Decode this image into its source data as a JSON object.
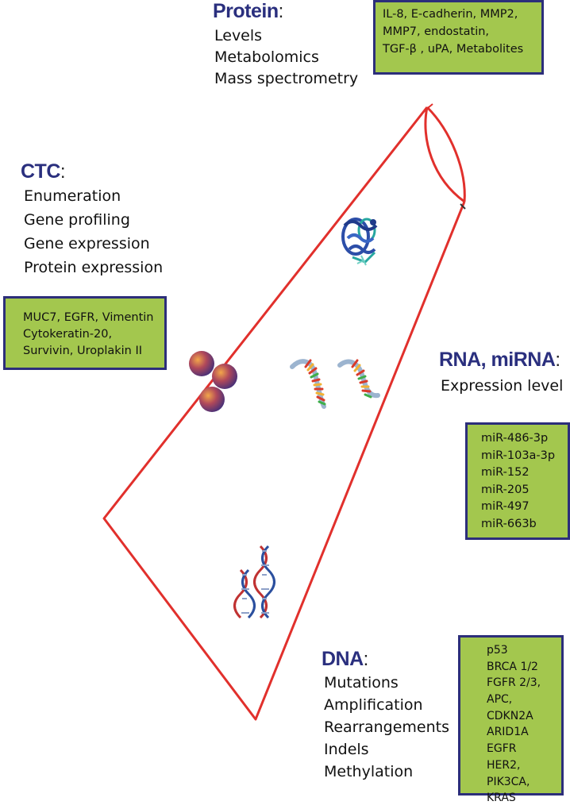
{
  "protein": {
    "title": "Protein",
    "colon": ":",
    "methods": [
      "Levels",
      "Metabolomics",
      "Mass spectrometry"
    ],
    "markers": [
      "IL-8, E-cadherin, MMP2,",
      "MMP7, endostatin,",
      "TGF-β , uPA, Metabolites"
    ]
  },
  "ctc": {
    "title": "CTC",
    "colon": ":",
    "methods": [
      "Enumeration",
      "Gene profiling",
      "Gene expression",
      "Protein expression"
    ],
    "markers": [
      "MUC7, EGFR, Vimentin",
      "Cytokeratin-20,",
      "Survivin, Uroplakin II"
    ]
  },
  "rna": {
    "title": "RNA, miRNA",
    "colon": ":",
    "methods": [
      "Expression level"
    ],
    "markers": [
      "miR-486-3p",
      "miR-103a-3p",
      "miR-152",
      "miR-205",
      "miR-497",
      "miR-663b"
    ]
  },
  "dna": {
    "title": "DNA",
    "colon": ":",
    "methods": [
      "Mutations",
      "Amplification",
      "Rearrangements",
      "Indels",
      "Methylation"
    ],
    "markers": [
      "p53",
      "BRCA 1/2",
      "FGFR 2/3,",
      "APC,",
      "CDKN2A",
      "ARID1A",
      "EGFR",
      "HER2,",
      "PIK3CA,",
      "KRAS"
    ]
  },
  "colors": {
    "outline": "#e1302c",
    "box_fill": "#a3c74e",
    "box_border": "#2c2e7a",
    "title_color": "#2a2f7e",
    "dna_strand_red": "#c03232",
    "dna_strand_blue": "#2b4f9e",
    "protein_blue": "#2c4ea8",
    "protein_teal": "#27a7a0"
  },
  "illustrations": [
    "tube-outline",
    "protein-structure-icon",
    "rna-strands-icon",
    "cell-spheres-icon",
    "dna-helix-icon"
  ]
}
